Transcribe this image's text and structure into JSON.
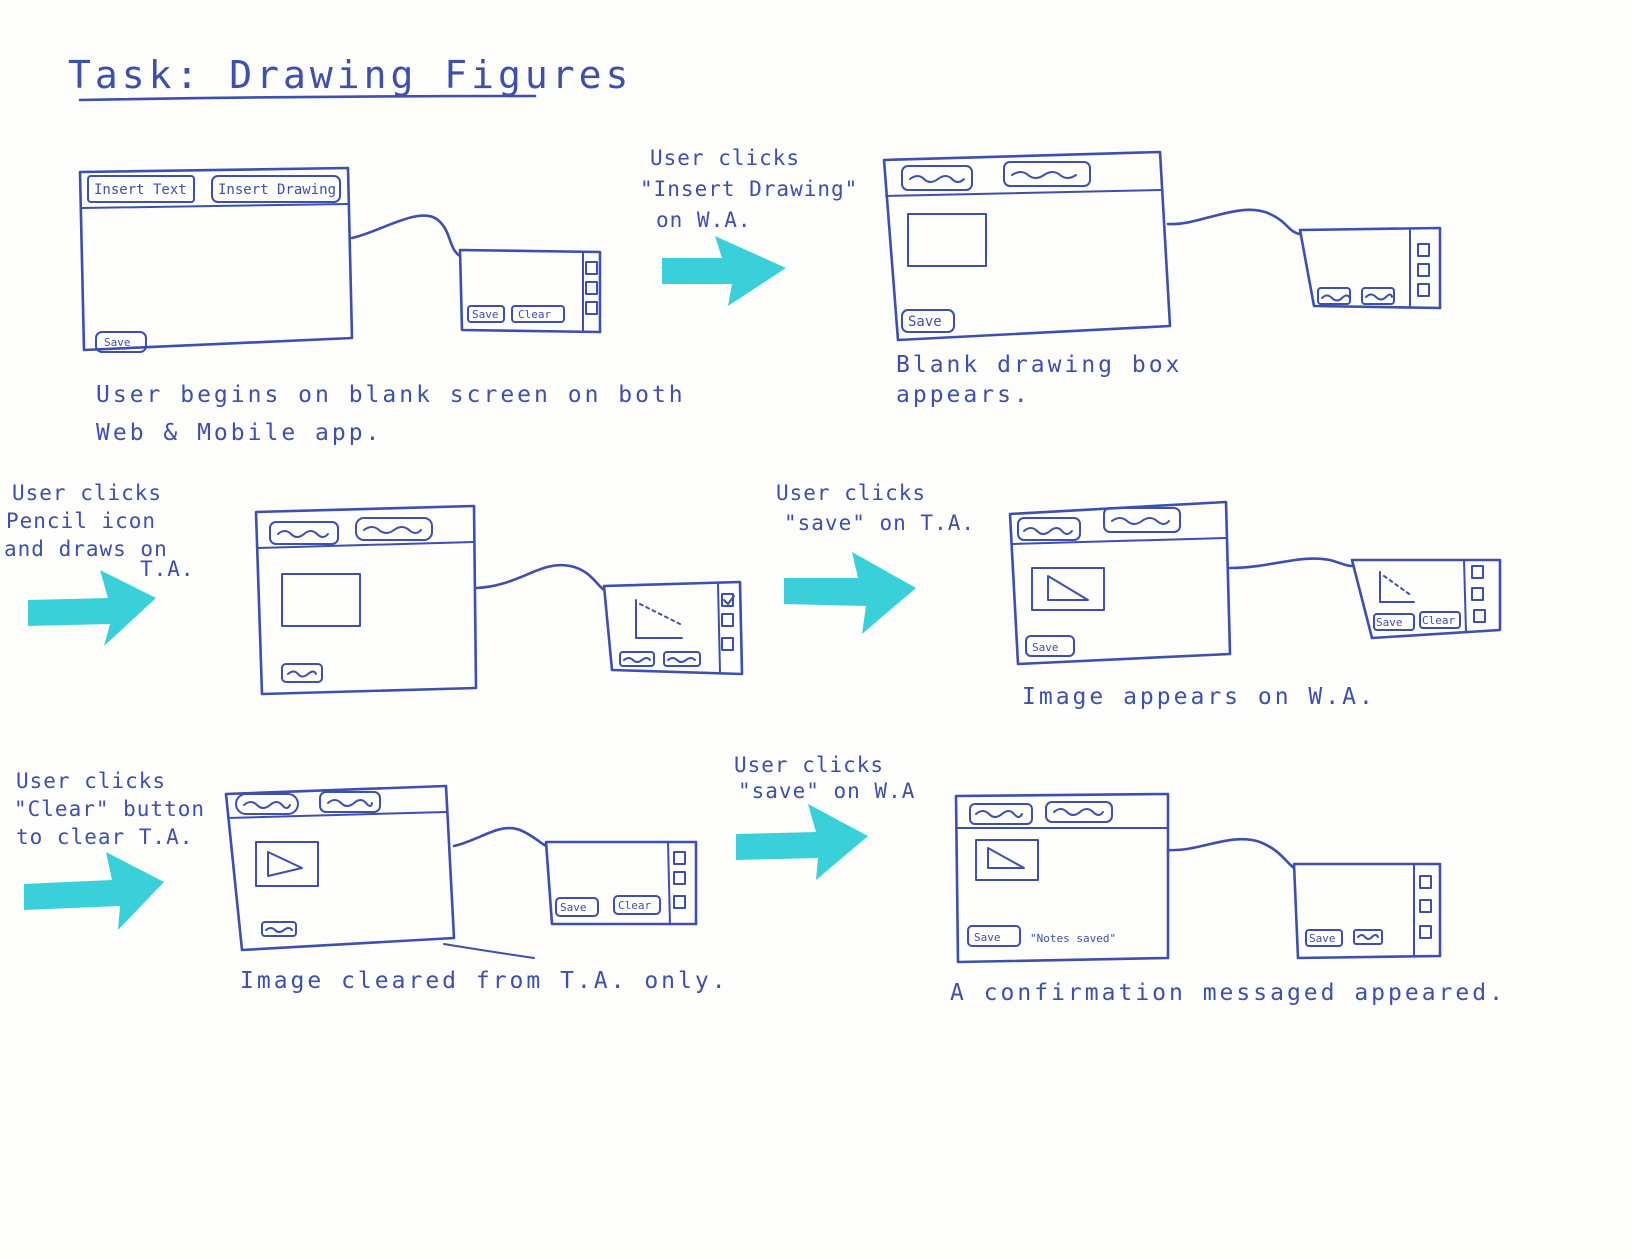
{
  "title": "Task: Drawing Figures",
  "frames": [
    {
      "web_buttons": [
        "Insert Text",
        "Insert Drawing"
      ],
      "web_save": "Save",
      "mobile_buttons": [
        "Save",
        "Clear"
      ],
      "caption": [
        "User begins on blank screen on both",
        "Web & Mobile app."
      ]
    },
    {
      "web_save": "Save",
      "caption": [
        "Blank drawing box",
        "appears."
      ]
    },
    {
      "caption": []
    },
    {
      "web_save": "Save",
      "mobile_buttons": [
        "Save",
        "Clear"
      ],
      "caption": [
        "Image appears on W.A."
      ]
    },
    {
      "mobile_buttons": [
        "Save",
        "Clear"
      ],
      "caption": [
        "Image cleared from T.A. only."
      ]
    },
    {
      "web_save": "Save",
      "message": "\"Notes saved\"",
      "mobile_save": "Save",
      "caption": [
        "A confirmation messaged appeared."
      ]
    }
  ],
  "steps": [
    {
      "text": [
        "User clicks",
        "\"Insert Drawing\"",
        "on W.A."
      ]
    },
    {
      "text": [
        "User clicks",
        "Pencil icon",
        "and draws on",
        "T.A."
      ]
    },
    {
      "text": [
        "User clicks",
        "\"save\" on T.A."
      ]
    },
    {
      "text": [
        "User clicks",
        "\"Clear\" button",
        "to clear T.A."
      ]
    },
    {
      "text": [
        "User clicks",
        "\"save\" on W.A"
      ]
    }
  ],
  "colors": {
    "ink": "#3d4fb0",
    "arrow": "#3ad0da",
    "paper": "#fdfdfc"
  }
}
